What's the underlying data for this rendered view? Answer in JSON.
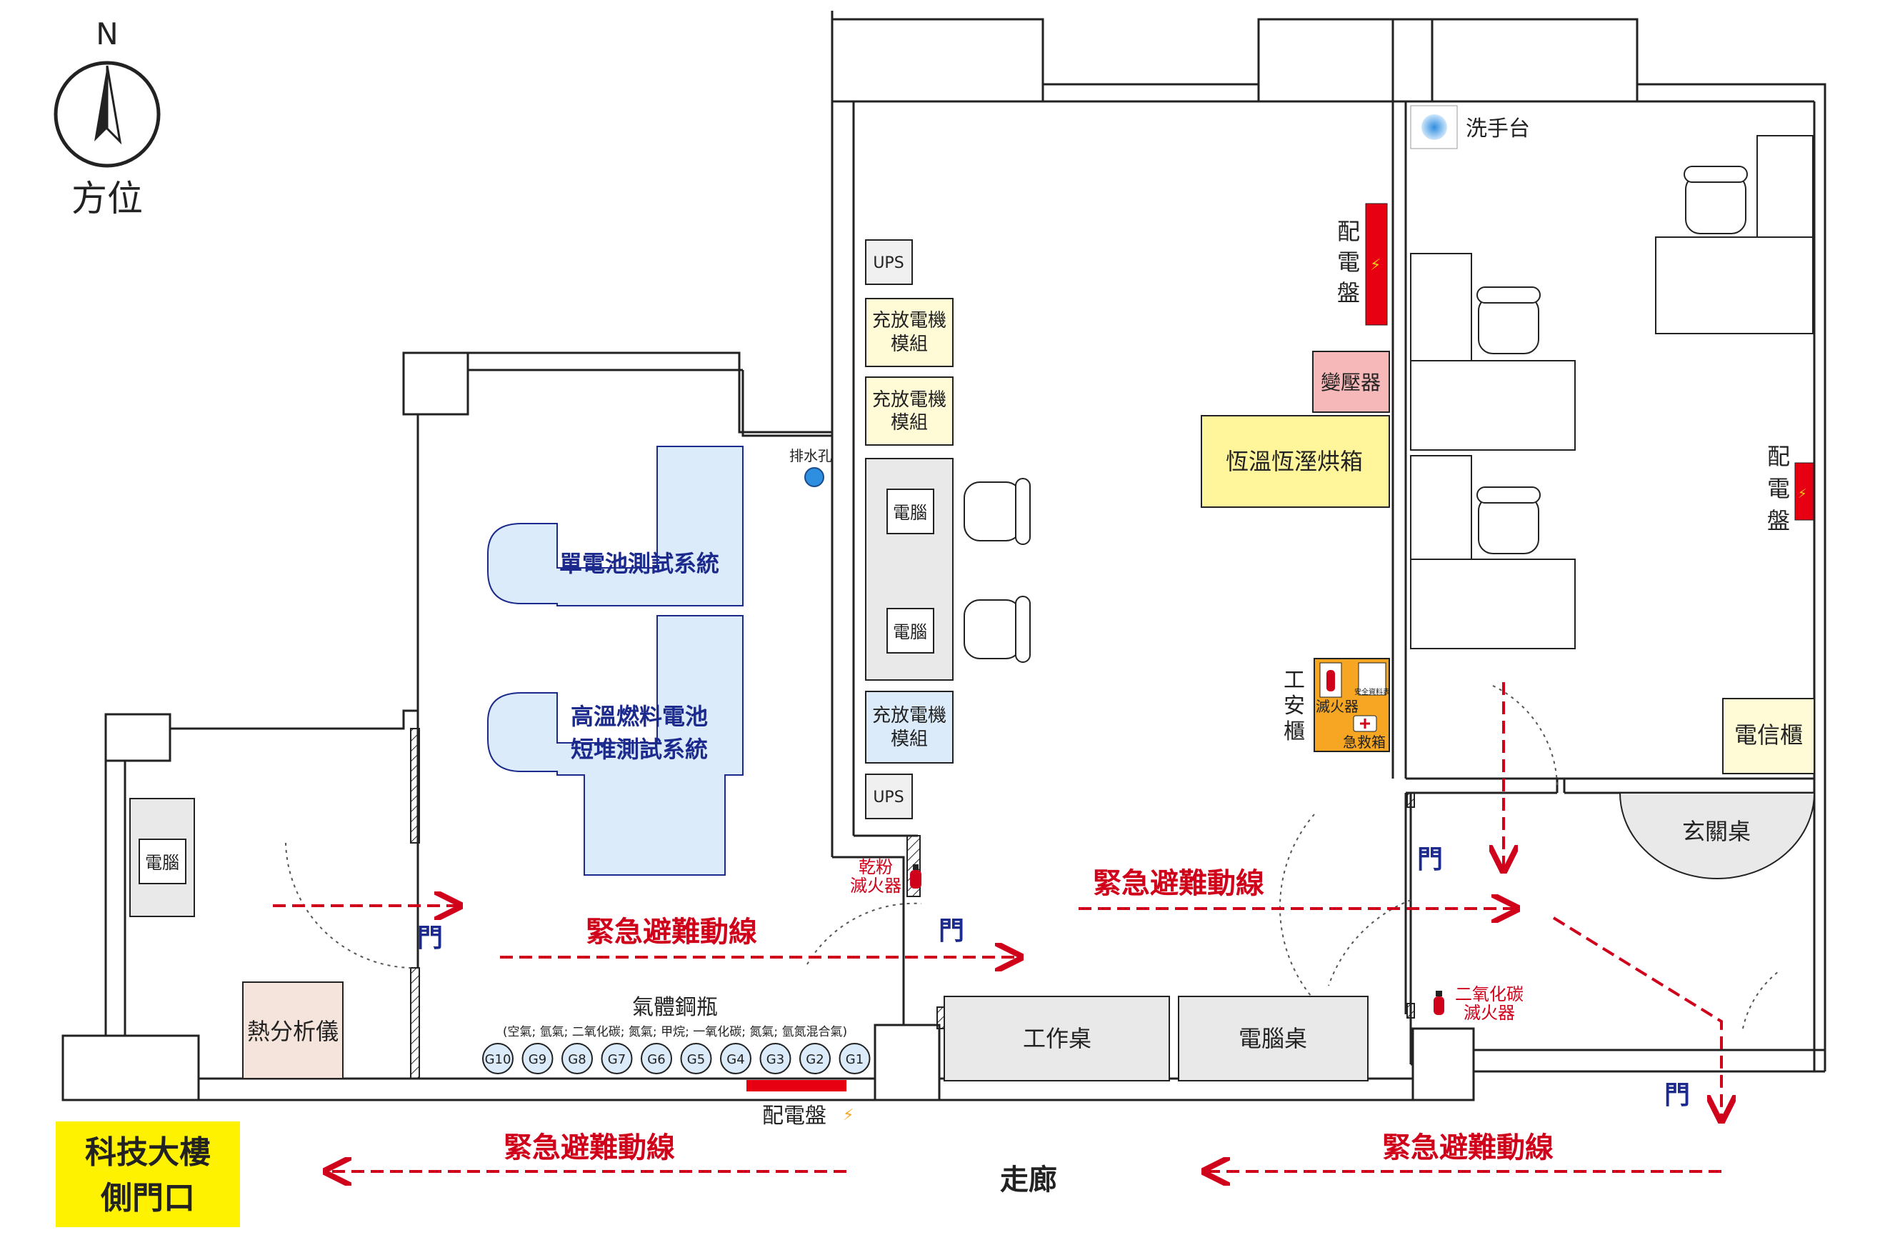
{
  "compass": {
    "north": "N",
    "caption": "方位",
    "icon": "north-arrow-icon"
  },
  "rooms": {
    "left": {
      "computer": "電腦",
      "thermal_analyzer": "熱分析儀",
      "door": "門"
    },
    "lab": {
      "single_cell_test": "單電池測試系統",
      "sofc_line1": "高溫燃料電池",
      "sofc_line2": "短堆測試系統",
      "drain": "排水孔",
      "door": "門",
      "dry_powder_ext_line1": "乾粉",
      "dry_powder_ext_line2": "滅火器",
      "gas_cylinders_title": "氣體鋼瓶",
      "gas_cylinders_detail": "(空氣; 氫氣; 二氧化碳; 氮氣; 甲烷; 一氧化碳; 氮氣; 氫氮混合氣)",
      "cylinders": [
        "G10",
        "G9",
        "G8",
        "G7",
        "G6",
        "G5",
        "G4",
        "G3",
        "G2",
        "G1"
      ],
      "distribution_panel": "配電盤"
    },
    "main": {
      "ups_top": "UPS",
      "charge_module_1": [
        "充放電機",
        "模組"
      ],
      "charge_module_2": [
        "充放電機",
        "模組"
      ],
      "computer_1": "電腦",
      "computer_2": "電腦",
      "charge_module_3": [
        "充放電機",
        "模組"
      ],
      "ups_bottom": "UPS",
      "washbasin": "洗手台",
      "distribution_panel_vertical": [
        "配",
        "電",
        "盤"
      ],
      "transformer": "變壓器",
      "oven": "恆溫恆溼烘箱",
      "safety_cabinet_vertical": [
        "工",
        "安",
        "櫃"
      ],
      "safety_extinguisher": "滅火器",
      "safety_first_aid": "急救箱",
      "safety_board": "安全資料表",
      "workbench": "工作桌",
      "computer_desk": "電腦桌"
    },
    "office": {
      "distribution_panel_vertical": [
        "配",
        "電",
        "盤"
      ],
      "telecom_cabinet": "電信櫃",
      "entrance_desk": "玄關桌",
      "door_1": "門",
      "door_2": "門",
      "co2_ext_line1": "二氧化碳",
      "co2_ext_line2": "滅火器"
    }
  },
  "evacuation": {
    "route_label": "緊急避難動線",
    "corridor": "走廊",
    "side_exit_line1": "科技大樓",
    "side_exit_line2": "側門口"
  },
  "colors": {
    "evac_red": "#d0021b",
    "door_blue": "#1b2a8c",
    "lab_equipment_blue": "#dcebfa",
    "module_yellow": "#fffbd6",
    "oven_yellow": "#fff59a",
    "transformer_pink": "#f6b8b8",
    "panel_red": "#e60012",
    "safety_orange": "#f6a623",
    "exit_yellow": "#fff200",
    "computer_gray": "#e9e9e9"
  }
}
